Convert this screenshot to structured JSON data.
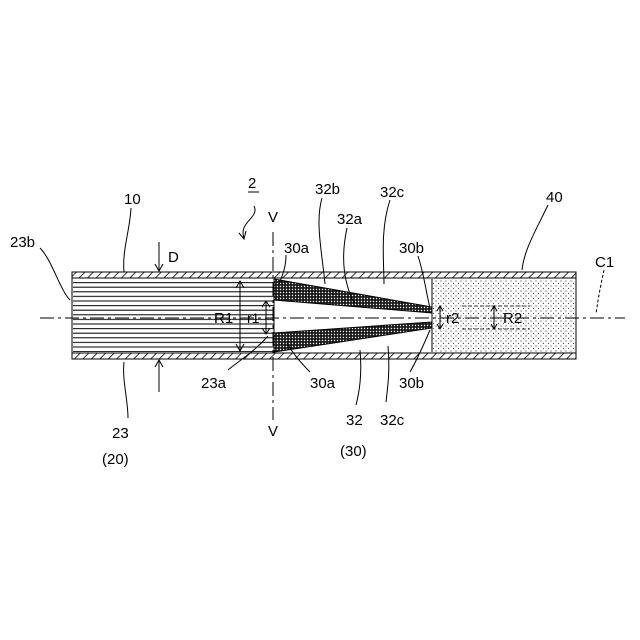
{
  "figure": {
    "labels": {
      "ref_2": "2",
      "ref_10": "10",
      "ref_23b": "23b",
      "ref_D": "D",
      "ref_V_top": "V",
      "ref_V_bottom": "V",
      "ref_30a_top": "30a",
      "ref_32b": "32b",
      "ref_32a": "32a",
      "ref_32c_top": "32c",
      "ref_30b_top": "30b",
      "ref_40": "40",
      "ref_C1": "C1",
      "ref_R1": "R1",
      "ref_r1": "r1",
      "ref_r2": "r2",
      "ref_R2": "R2",
      "ref_23a": "23a",
      "ref_30a_bottom": "30a",
      "ref_30b_bottom": "30b",
      "ref_32": "32",
      "ref_30_paren": "(30)",
      "ref_32c_bottom": "32c",
      "ref_23": "23",
      "ref_20_paren": "(20)"
    }
  }
}
